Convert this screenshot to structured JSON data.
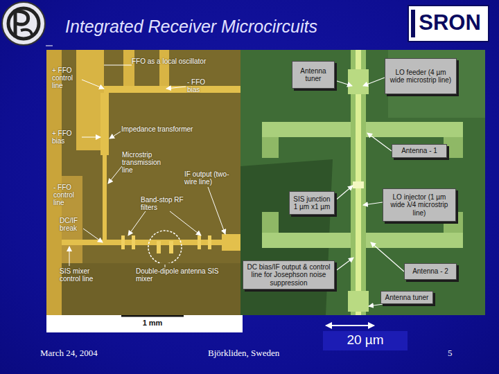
{
  "diagram": {
    "title": "Integrated Receiver Microcircuits",
    "nodes": [
      {
        "text": [
          "Antenna tuner"
        ]
      },
      {
        "text": [
          "LO feeder (4 µm wide microstrip line)"
        ]
      },
      {
        "text": [
          "Antenna - 1"
        ]
      },
      {
        "text": [
          "SIS junction 1 µm x1 µm"
        ]
      },
      {
        "text": [
          "LO injector (1 µm wide λ/4 microstrip line)"
        ]
      },
      {
        "text": [
          "DC bias/IF output & control line for Josephson noise suppression"
        ]
      },
      {
        "text": [
          "Antenna - 2"
        ]
      },
      {
        "text": [
          "Antenna tuner"
        ]
      }
    ],
    "labels": [
      "SRON",
      "FFO as a local oscillator",
      "+ FFO control line",
      "- FFO bias",
      "+ FFO bias",
      "Impedance transformer",
      "Microstrip transmission line",
      "IF output (two-wire line)",
      "- FFO control line",
      "Band-stop RF filters",
      "DC/IF break",
      "SIS mixer control line",
      "Double-dipole antenna SIS mixer",
      "1 mm",
      "20 µm",
      "March 24, 2004",
      "Björkliden, Sweden",
      "5"
    ]
  }
}
